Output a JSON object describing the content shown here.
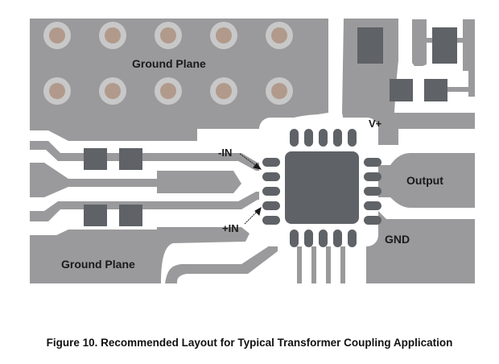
{
  "figure": {
    "caption": "Figure 10.  Recommended Layout for Typical Transformer Coupling Application",
    "labels": {
      "ground_plane_top": "Ground Plane",
      "ground_plane_bottom": "Ground Plane",
      "v_plus": "V+",
      "minus_in": "-IN",
      "plus_in": "+IN",
      "output": "Output",
      "gnd": "GND"
    },
    "via_grid": {
      "rows": 2,
      "columns": 5
    },
    "ic_pins_per_side": 5,
    "colors": {
      "copper_plane": "#9a9a9c",
      "pad_dark": "#5f6266",
      "via_ring": "#c8c8c8",
      "via_hole": "#b19a8c",
      "background": "#ffffff"
    }
  }
}
